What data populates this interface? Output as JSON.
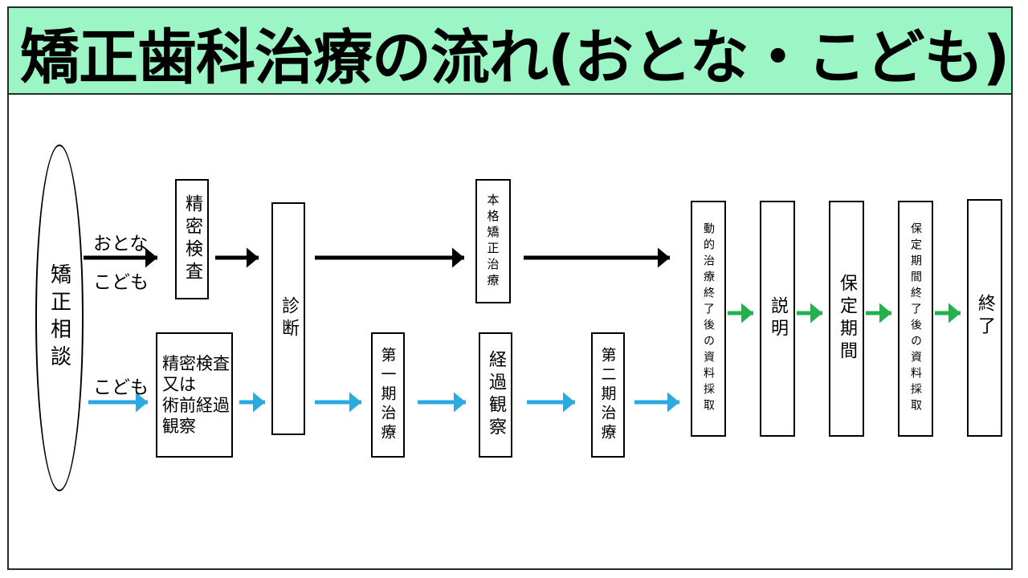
{
  "title": "矯正歯科治療の流れ(おとな・こども)",
  "colors": {
    "header": "#9cf5c4",
    "adult_arrow": "#000000",
    "child_arrow": "#29abe2",
    "final_arrow": "#22b14c"
  },
  "nodes": {
    "consult": "矯正相談",
    "detailed_exam": "精密検査",
    "diagnosis": "診断",
    "full_treatment": "本格矯正治療",
    "child_exam": [
      "精密検査",
      "又は",
      "術前経過",
      "観察"
    ],
    "phase1": "第一期治療",
    "observation": "経過観察",
    "phase2": "第二期治療",
    "records1": "動的治療終了後の資料採取",
    "explanation": "説明",
    "retention": "保定期間",
    "records2": "保定期間終了後の資料採取",
    "end": "終了"
  },
  "labels": {
    "adult": "おとな",
    "child_top": "こども",
    "child_bottom": "こども"
  }
}
